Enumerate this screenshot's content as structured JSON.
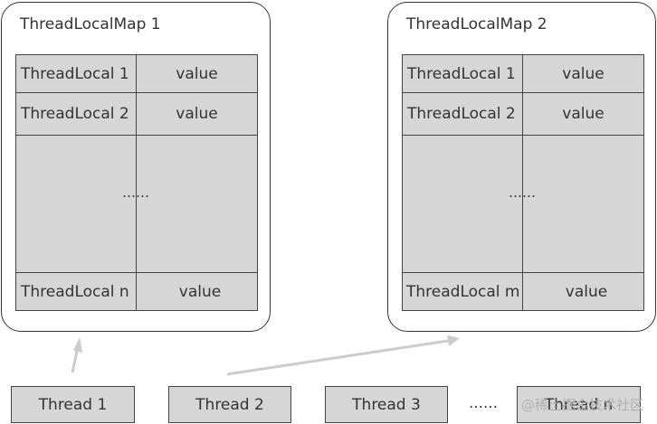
{
  "maps": [
    {
      "title": "ThreadLocalMap 1",
      "rows": [
        {
          "key": "ThreadLocal 1",
          "value": "value"
        },
        {
          "key": "ThreadLocal 2",
          "value": "value"
        },
        {
          "key": "ThreadLocal n",
          "value": "value"
        }
      ],
      "ellipsis": "……"
    },
    {
      "title": "ThreadLocalMap 2",
      "rows": [
        {
          "key": "ThreadLocal 1",
          "value": "value"
        },
        {
          "key": "ThreadLocal 2",
          "value": "value"
        },
        {
          "key": "ThreadLocal m",
          "value": "value"
        }
      ],
      "ellipsis": "……"
    }
  ],
  "threads": [
    "Thread 1",
    "Thread 2",
    "Thread 3",
    "Thread n"
  ],
  "threads_ellipsis": "……",
  "watermark": "@稀土掘金技术社区",
  "colors": {
    "cell_fill": "#d6d6d6",
    "line": "#444444",
    "arrow": "#cccccc"
  }
}
